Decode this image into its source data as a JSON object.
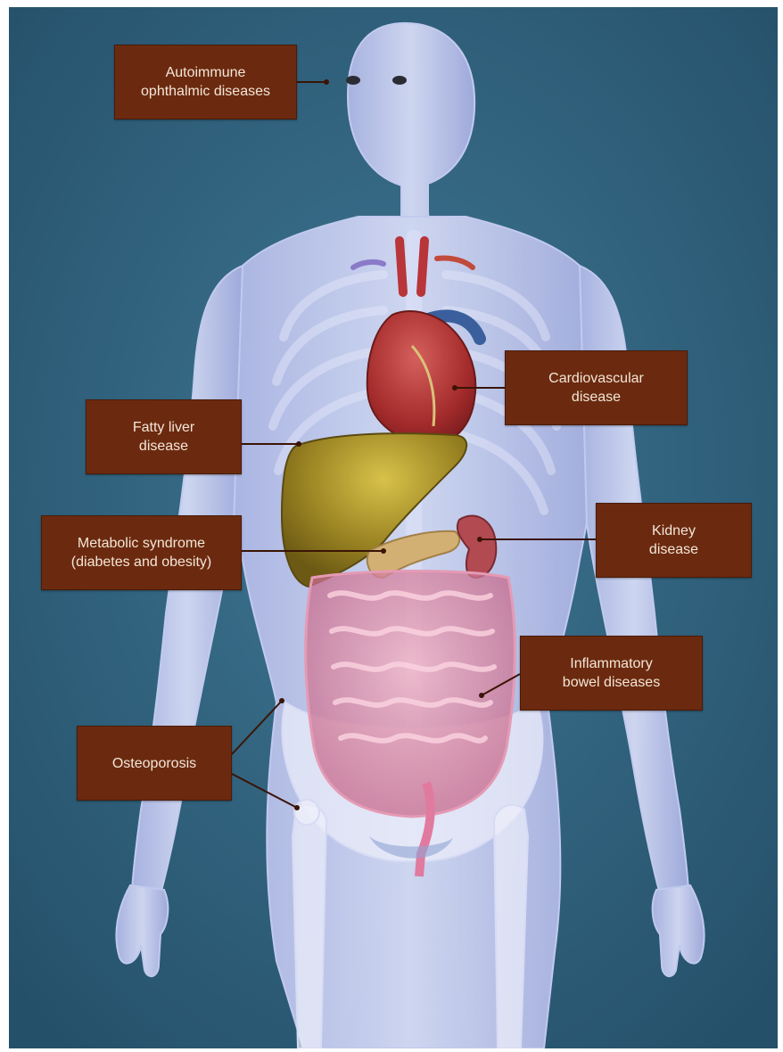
{
  "labels": {
    "autoimmune": "Autoimmune\nophthalmic diseases",
    "cardiovascular": "Cardiovascular\ndisease",
    "fatty_liver": "Fatty liver\ndisease",
    "metabolic": "Metabolic syndrome\n(diabetes and obesity)",
    "kidney": "Kidney\ndisease",
    "ibd": "Inflammatory\nbowel diseases",
    "osteoporosis": "Osteoporosis"
  },
  "colors": {
    "background": "#2e5d78",
    "label_fill": "#6b2a0f",
    "label_text": "#f3e6d8",
    "leader_line": "#4a1a06"
  }
}
